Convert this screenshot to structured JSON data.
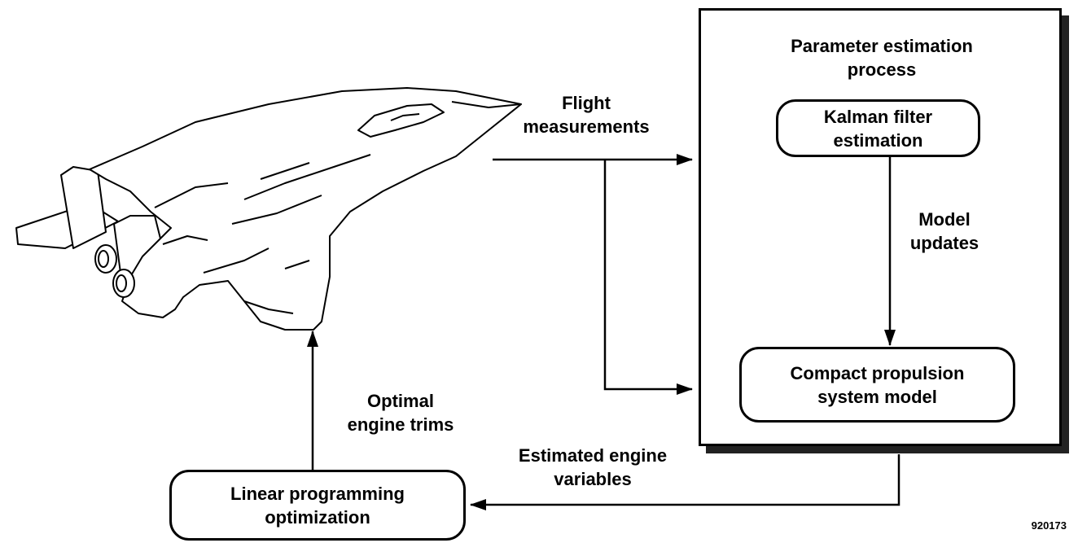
{
  "panel": {
    "title": "Parameter estimation\nprocess"
  },
  "boxes": {
    "kalman": "Kalman filter\nestimation",
    "compact": "Compact propulsion\nsystem model",
    "linear": "Linear programming\noptimization"
  },
  "labels": {
    "flight_measurements": "Flight\nmeasurements",
    "model_updates": "Model\nupdates",
    "optimal_engine_trims": "Optimal\nengine trims",
    "estimated_engine_variables": "Estimated engine\nvariables"
  },
  "figure_id": "920173",
  "aircraft_icon": "fighter-jet-icon"
}
